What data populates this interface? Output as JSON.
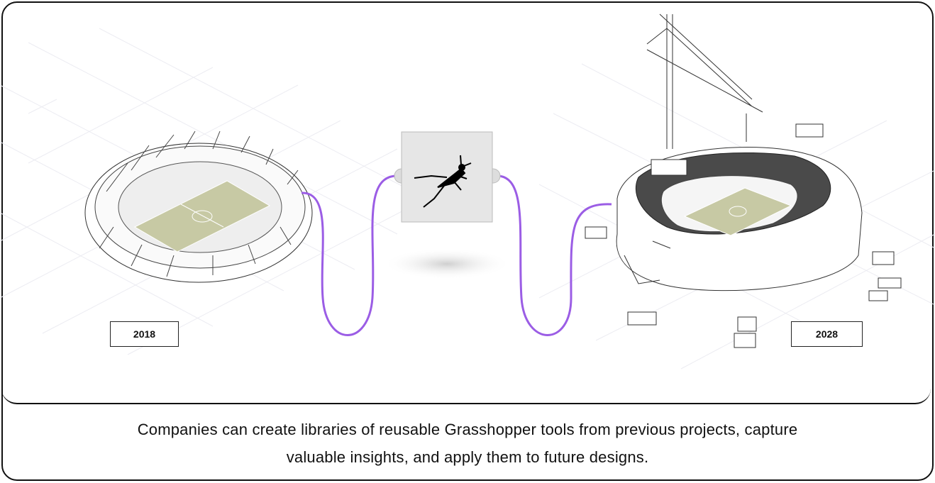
{
  "labels": {
    "left_year": "2018",
    "right_year": "2028"
  },
  "caption": {
    "line1": "Companies can create libraries of reusable Grasshopper tools from previous projects, capture",
    "line2": "valuable insights, and apply them to future designs."
  },
  "colors": {
    "wire": "#9b5de5",
    "pitch": "#c7c9a4",
    "node": "#e6e6e6"
  },
  "icons": [
    "grasshopper-icon"
  ]
}
